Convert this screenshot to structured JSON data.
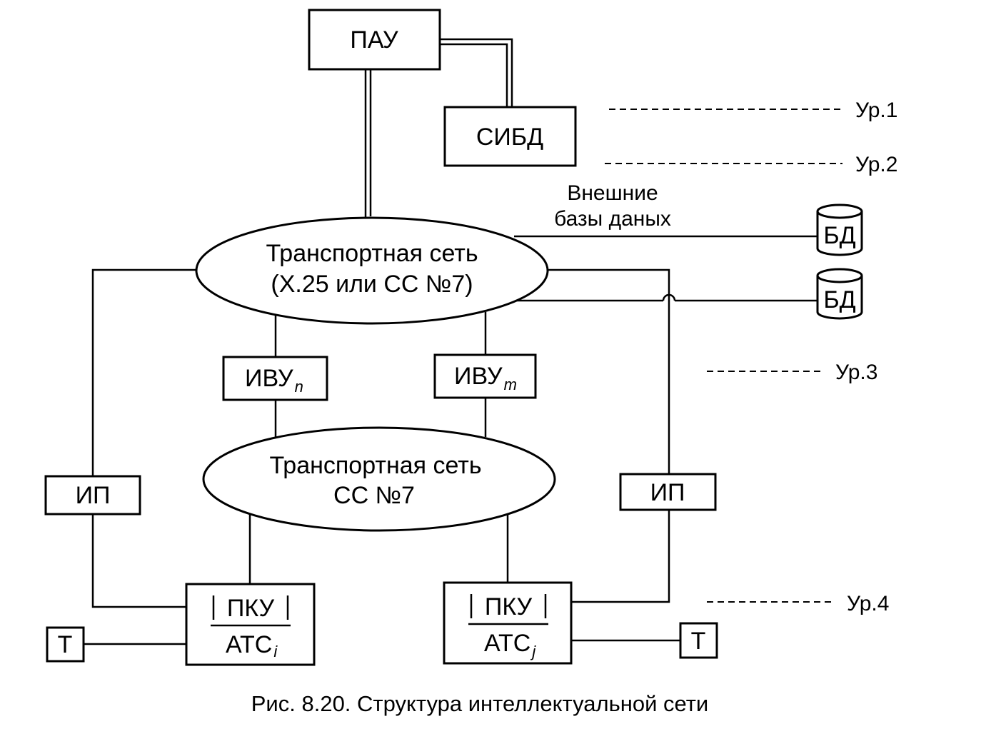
{
  "diagram": {
    "nodes": {
      "pau": "ПАУ",
      "sibd": "СИБД",
      "transport1_line1": "Транспортная сеть",
      "transport1_line2": "(Х.25 или СС №7)",
      "ivu_n": "ИВУ",
      "ivu_n_sub": "n",
      "ivu_m": "ИВУ",
      "ivu_m_sub": "m",
      "transport2_line1": "Транспортная сеть",
      "transport2_line2": "СС №7",
      "ip_left": "ИП",
      "ip_right": "ИП",
      "pku_left": "ПКУ",
      "atc_left": "АТС",
      "atc_left_sub": "i",
      "pku_right": "ПКУ",
      "atc_right": "АТС",
      "atc_right_sub": "j",
      "t_left": "Т",
      "t_right": "Т",
      "db1": "БД",
      "db2": "БД"
    },
    "external_db_label_line1": "Внешние",
    "external_db_label_line2": "базы даных",
    "levels": [
      "Ур.1",
      "Ур.2",
      "Ур.3",
      "Ур.4"
    ],
    "caption": "Рис. 8.20. Структура интеллектуальной сети"
  }
}
